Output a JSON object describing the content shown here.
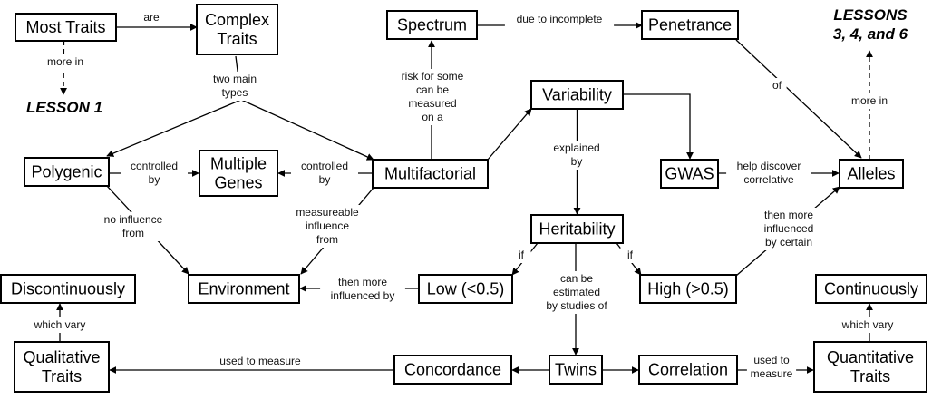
{
  "nodes": {
    "most_traits": "Most Traits",
    "complex_traits": [
      "Complex",
      "Traits"
    ],
    "spectrum": "Spectrum",
    "penetrance": "Penetrance",
    "variability": "Variability",
    "polygenic": "Polygenic",
    "multiple_genes": [
      "Multiple",
      "Genes"
    ],
    "multifactorial": "Multifactorial",
    "gwas": "GWAS",
    "alleles": "Alleles",
    "heritability": "Heritability",
    "discontinuously": "Discontinuously",
    "environment": "Environment",
    "low": "Low (<0.5)",
    "high": "High (>0.5)",
    "continuously": "Continuously",
    "qualitative_traits": [
      "Qualitative",
      "Traits"
    ],
    "concordance": "Concordance",
    "twins": "Twins",
    "correlation": "Correlation",
    "quantitative_traits": [
      "Quantitative",
      "Traits"
    ]
  },
  "lessons": {
    "lesson1": "LESSON 1",
    "lessons346": [
      "LESSONS",
      "3, 4, and 6"
    ]
  },
  "edges": {
    "are": [
      "are"
    ],
    "more_in_left": [
      "more in"
    ],
    "two_main_types": [
      "two main",
      "types"
    ],
    "due_to_incomplete": [
      "due to incomplete"
    ],
    "of": [
      "of"
    ],
    "more_in_right": [
      "more in"
    ],
    "risk_measured": [
      "risk for some",
      "can be",
      "measured",
      "on a"
    ],
    "controlled_by_left": [
      "controlled",
      "by"
    ],
    "controlled_by_right": [
      "controlled",
      "by"
    ],
    "explained_by": [
      "explained",
      "by"
    ],
    "help_discover": [
      "help discover",
      "correlative"
    ],
    "no_influence": [
      "no influence",
      "from"
    ],
    "measureable_influence": [
      "measureable",
      "influence",
      "from"
    ],
    "then_more_influenced_by": [
      "then more",
      "influenced by"
    ],
    "if_left": [
      "if"
    ],
    "if_right": [
      "if"
    ],
    "can_be_estimated": [
      "can be",
      "estimated",
      "by studies of"
    ],
    "then_more_influenced_certain": [
      "then more",
      "influenced",
      "by certain"
    ],
    "which_vary_left": [
      "which vary"
    ],
    "which_vary_right": [
      "which vary"
    ],
    "used_to_measure": [
      "used to measure"
    ],
    "used_to_measure_right": [
      "used to",
      "measure"
    ]
  }
}
